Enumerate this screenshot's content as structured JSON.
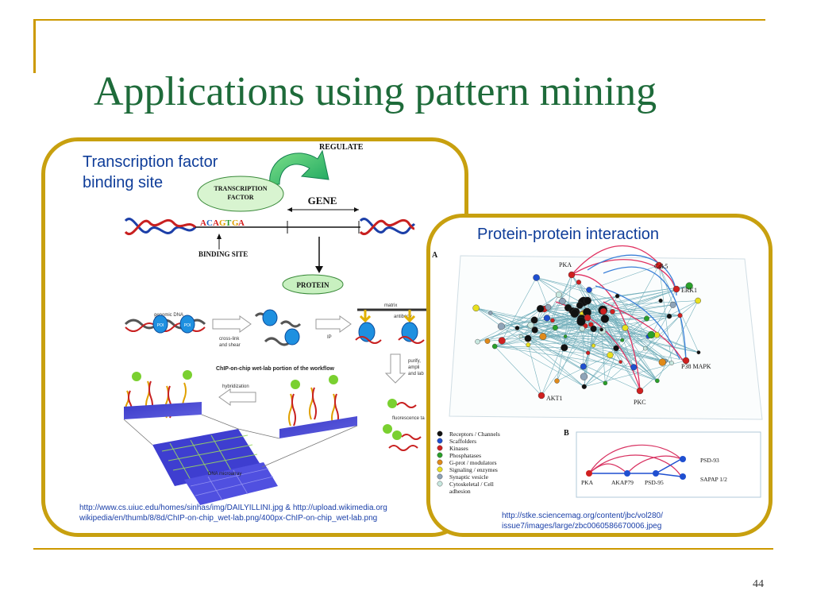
{
  "slide": {
    "title": "Applications using pattern mining",
    "number": "44"
  },
  "left_panel": {
    "heading_line1": "Transcription factor",
    "heading_line2": "binding site",
    "figure": {
      "regulate": "REGULATE",
      "tf_line1": "TRANSCRIPTION",
      "tf_line2": "FACTOR",
      "gene": "GENE",
      "sequence": [
        "A",
        "C",
        "A",
        "G",
        "T",
        "G",
        "A"
      ],
      "sequence_colors": [
        "#d42020",
        "#1c60c0",
        "#d42020",
        "#e0a000",
        "#2a9a2a",
        "#e0a000",
        "#d42020"
      ],
      "binding_site": "BINDING SITE",
      "protein": "PROTEIN",
      "genomic_dna": "genomic DNA",
      "cross_link": "cross-link",
      "and_shear": "and shear",
      "ip": "IP",
      "matrix": "matrix",
      "antibody": "antibody",
      "purify": "purify,",
      "amplify": "ampli",
      "and_label": "and lab",
      "workflow": "ChIP-on-chip wet-lab portion of the workflow",
      "hybridization": "hybridization",
      "fluorescence": "fluorescence ta",
      "dna_microarray": "DNA microarray",
      "poi": "POI"
    },
    "url_line1": "http://www.cs.uiuc.edu/homes/sinhas/img/DAILYILLINI.jpg & http://upload.wikimedia.org",
    "url_line2": "wikipedia/en/thumb/8/8d/ChIP-on-chip_wet-lab.png/400px-ChIP-on-chip_wet-lab.png"
  },
  "right_panel": {
    "heading": "Protein-protein interaction",
    "figure": {
      "panel_a": "A",
      "panel_b": "B",
      "nodes": {
        "pka": "PKA",
        "cdk5": "Cdk5",
        "erk1": "ERK1",
        "p38": "P38 MAPK",
        "pkc": "PKC",
        "akt1": "AKT1"
      },
      "legend": [
        {
          "label": "Receptors / Channels",
          "color": "#111111"
        },
        {
          "label": "Scaffolders",
          "color": "#1f4fd0"
        },
        {
          "label": "Kinases",
          "color": "#d02020"
        },
        {
          "label": "Phosphatases",
          "color": "#2aa02a"
        },
        {
          "label": "G-prot / modulators",
          "color": "#e08a1a"
        },
        {
          "label": "Signaling / enzymes",
          "color": "#e8e020"
        },
        {
          "label": "Synaptic vesicle",
          "color": "#8fa4b8"
        },
        {
          "label": "Cytoskeletal / Cell",
          "color": "#c8e8e0"
        },
        {
          "label": "adhesion",
          "color": ""
        }
      ],
      "b_labels": {
        "pka": "PKA",
        "akap79": "AKAP79",
        "psd95": "PSD-95",
        "psd93": "PSD-93",
        "sapap": "SAPAP 1/2"
      }
    },
    "url_line1": "http://stke.sciencemag.org/content/jbc/vol280/",
    "url_line2": "issue7/images/large/zbc0060586670006.jpeg"
  }
}
